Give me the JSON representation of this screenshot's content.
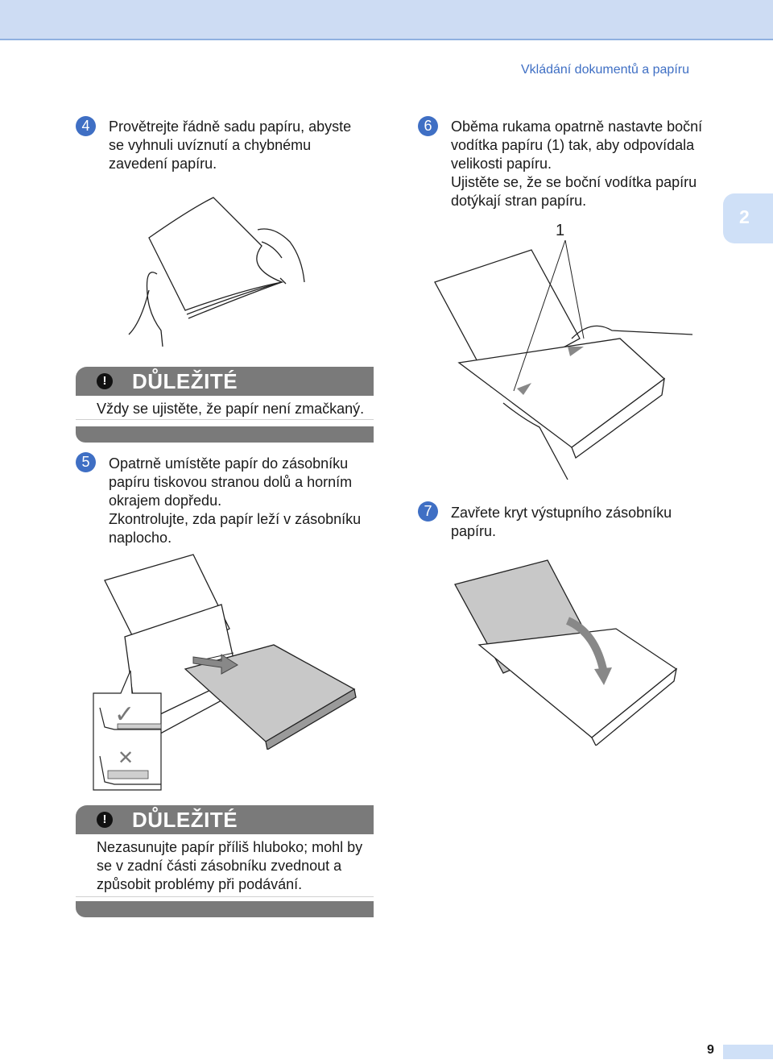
{
  "header": {
    "title": "Vkládání dokumentů a papíru"
  },
  "chapter_tab": {
    "number": "2"
  },
  "steps": [
    {
      "number": "4",
      "lines": [
        "Provětrejte řádně sadu papíru, abyste",
        "se vyhnuli uvíznutí a chybnému",
        "zavedení papíru."
      ]
    },
    {
      "number": "5",
      "lines": [
        "Opatrně umístěte papír do zásobníku",
        "papíru tiskovou stranou dolů a horním",
        "okrajem dopředu.",
        "Zkontrolujte, zda papír leží v zásobníku",
        "naplocho."
      ]
    },
    {
      "number": "6",
      "lines": [
        "Oběma rukama opatrně nastavte boční",
        "vodítka papíru (1) tak, aby odpovídala",
        "velikosti papíru.",
        "Ujistěte se, že se boční vodítka papíru",
        "dotýkají stran papíru."
      ]
    },
    {
      "number": "7",
      "lines": [
        "Zavřete kryt výstupního zásobníku",
        "papíru."
      ]
    }
  ],
  "important_1": {
    "icon": "exclamation-icon",
    "title": "DŮLEŽITÉ",
    "lines": [
      "Vždy se ujistěte, že papír není zmačkaný."
    ]
  },
  "important_2": {
    "icon": "exclamation-icon",
    "title": "DŮLEŽITÉ",
    "lines": [
      "Nezasunujte papír příliš hluboko; mohl by",
      "se v zadní části zásobníku zvednout a",
      "způsobit problémy při podávání."
    ]
  },
  "figure_6": {
    "callout": "1"
  },
  "figure_5_inset": {
    "correct_mark": "✓",
    "wrong_mark": "✕"
  },
  "footer": {
    "page_number": "9"
  },
  "colors": {
    "accent": "#3f6fc4",
    "important_bar": "#7a7a7a",
    "tab": "#cfe0f7"
  }
}
